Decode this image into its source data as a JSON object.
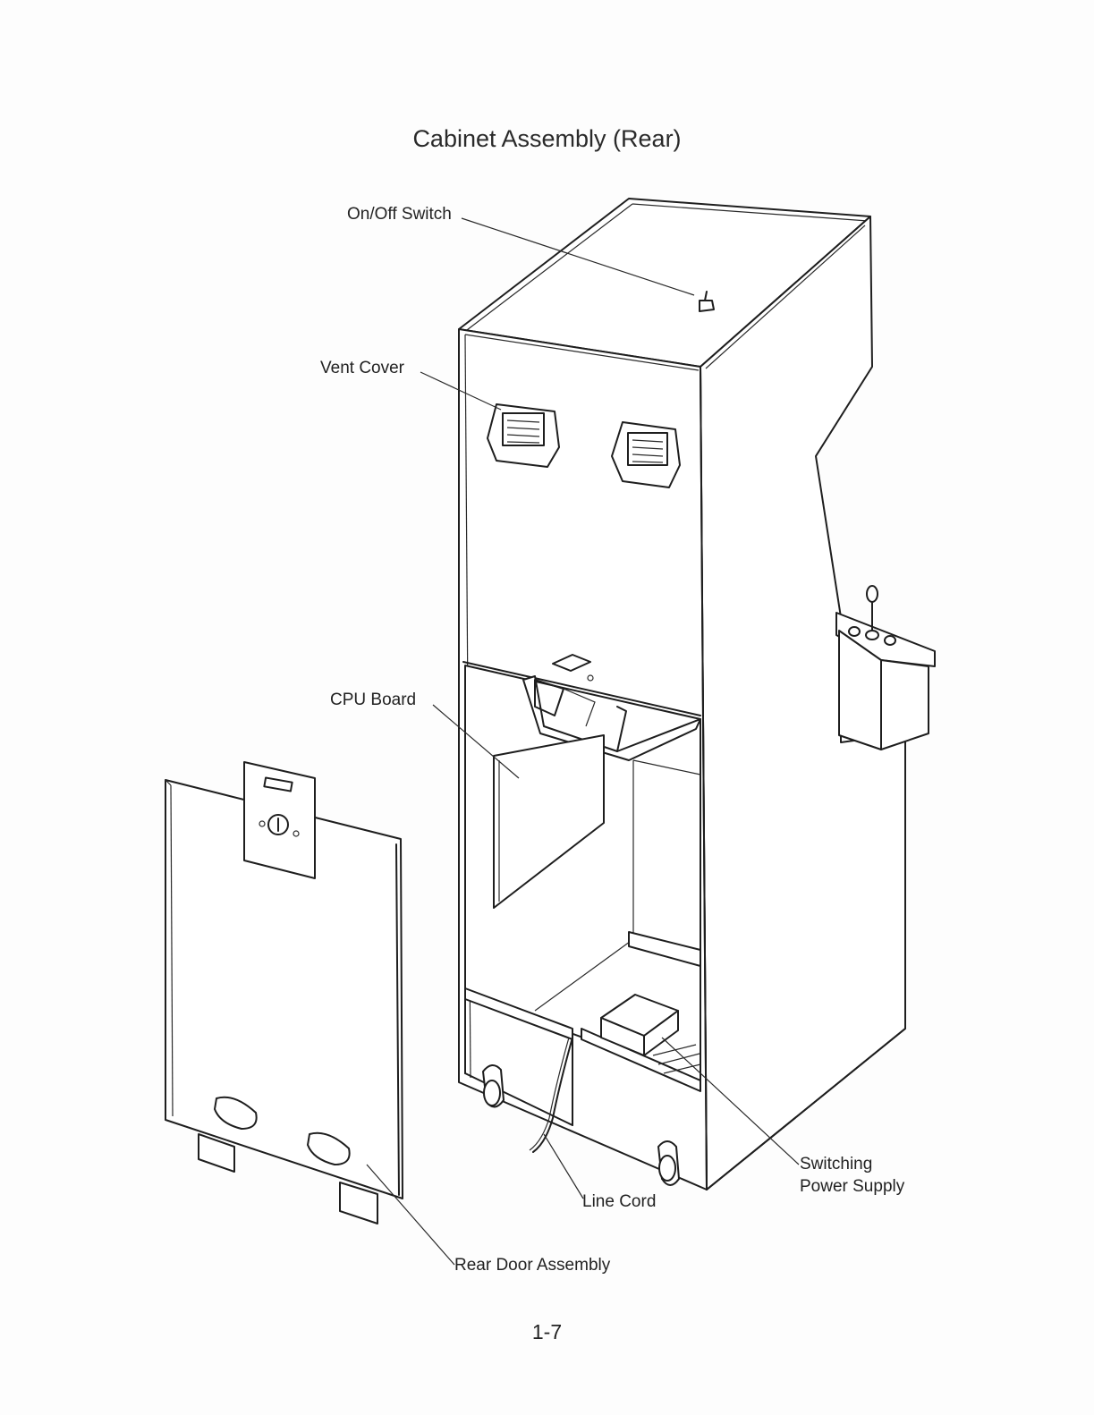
{
  "title": "Cabinet Assembly (Rear)",
  "callouts": {
    "on_off_switch": "On/Off Switch",
    "vent_cover": "Vent Cover",
    "cpu_board": "CPU Board",
    "line_cord": "Line Cord",
    "switching_power_supply_line1": "Switching",
    "switching_power_supply_line2": "Power Supply",
    "rear_door_assembly": "Rear Door Assembly"
  },
  "page_number": "1-7"
}
